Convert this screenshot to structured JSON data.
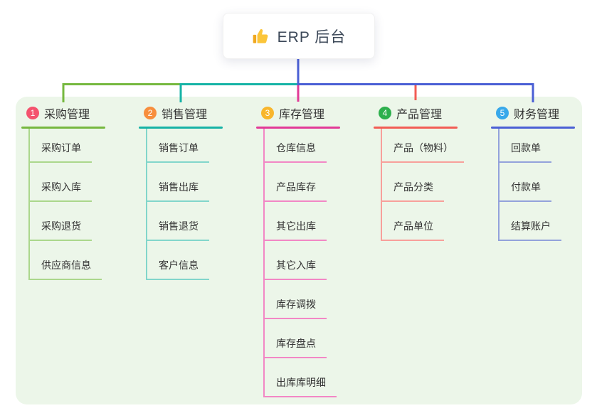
{
  "root": {
    "label": "ERP 后台",
    "icon": "thumbs-up-icon"
  },
  "branches": [
    {
      "index": "1",
      "label": "采购管理",
      "badge_color": "#f4536e",
      "line_color": "#76b83f",
      "child_line_color": "#abd78c",
      "children": [
        "采购订单",
        "采购入库",
        "采购退货",
        "供应商信息"
      ]
    },
    {
      "index": "2",
      "label": "销售管理",
      "badge_color": "#f78e3d",
      "line_color": "#16b3a6",
      "child_line_color": "#82d6cb",
      "children": [
        "销售订单",
        "销售出库",
        "销售退货",
        "客户信息"
      ]
    },
    {
      "index": "3",
      "label": "库存管理",
      "badge_color": "#f8b62c",
      "line_color": "#e23a97",
      "child_line_color": "#f287c5",
      "children": [
        "仓库信息",
        "产品库存",
        "其它出库",
        "其它入库",
        "库存调拨",
        "库存盘点",
        "出库库明细"
      ]
    },
    {
      "index": "4",
      "label": "产品管理",
      "badge_color": "#2db04d",
      "line_color": "#f25c54",
      "child_line_color": "#f8a09b",
      "children": [
        "产品（物料）",
        "产品分类",
        "产品单位"
      ]
    },
    {
      "index": "5",
      "label": "财务管理",
      "badge_color": "#38a8ea",
      "line_color": "#4a5fd5",
      "child_line_color": "#93a2db",
      "children": [
        "回款单",
        "付款单",
        "结算账户"
      ]
    }
  ],
  "palette": {
    "panel_background": "#ecf6e9",
    "trunk_color": "#4a5fd5",
    "root_text_color": "#3c4858"
  }
}
